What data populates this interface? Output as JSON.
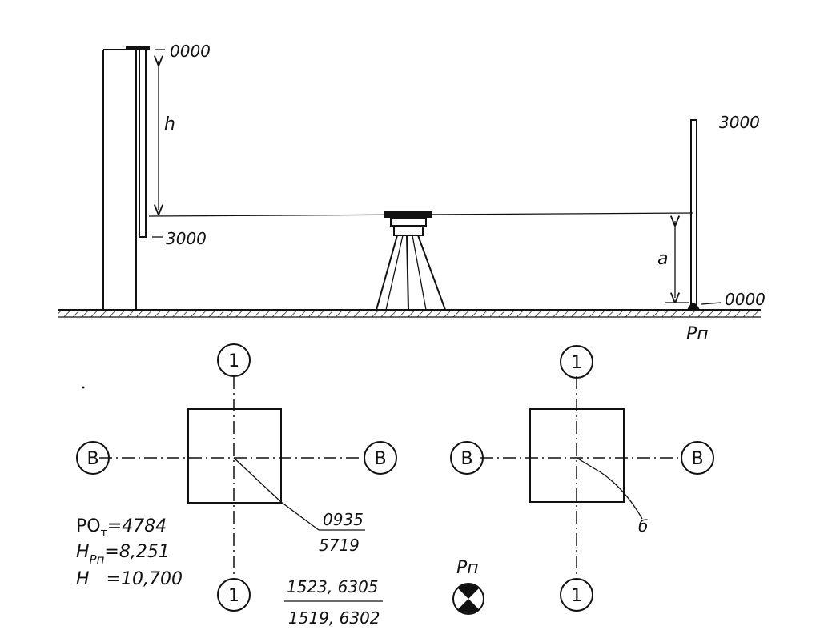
{
  "rod_left": {
    "top_reading": "0000",
    "bottom_reading": "3000",
    "height_label": "h"
  },
  "rod_right": {
    "top_reading": "3000",
    "bottom_reading": "0000",
    "height_label": "a",
    "benchmark_label": "Pп"
  },
  "plan_left": {
    "axis_top": "1",
    "axis_bottom": "1",
    "axis_left": "B",
    "axis_right": "B",
    "reading_numerator": "0935",
    "reading_denominator": "5719",
    "lower_numerator": "1523, 6305",
    "lower_denominator": "1519, 6302"
  },
  "plan_right": {
    "axis_top": "1",
    "axis_bottom": "1",
    "axis_left": "B",
    "axis_right": "B",
    "leader_label": "б"
  },
  "benchmark_symbol": {
    "label": "Pп"
  },
  "calculations": {
    "line1_prefix": "РО",
    "line1_sub": "т",
    "line1_value": "=4784",
    "line2_prefix": "H",
    "line2_sub": "Pп",
    "line2_value": "=8,251",
    "line3": "H   =10,700"
  }
}
